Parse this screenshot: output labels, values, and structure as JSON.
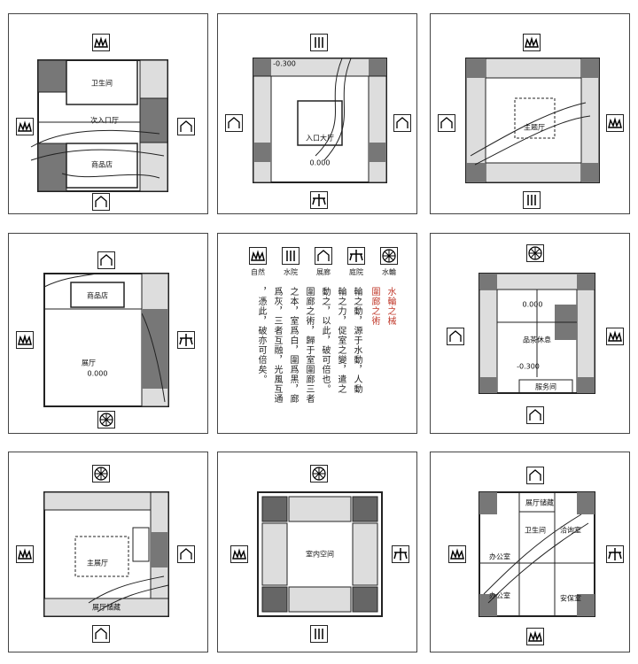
{
  "legend": {
    "items": [
      {
        "label": "自然",
        "icon": "mountain-icon"
      },
      {
        "label": "水院",
        "icon": "water-icon"
      },
      {
        "label": "展廊",
        "icon": "pavilion-icon"
      },
      {
        "label": "庭院",
        "icon": "tree-icon"
      },
      {
        "label": "水輪",
        "icon": "wheel-icon"
      }
    ],
    "text_columns": [
      "水輪之械",
      "圍廊之術",
      "輪之動，源于水動，人動",
      "輪之力，促室之變，遣之",
      "動之，以此，破可倍也。",
      "圍廊之術，歸于室圍廊三者",
      "之本，室爲白，圍爲黑，廊",
      "爲灰，三者互融，光風互通",
      "，憑此，破亦可倍矣。"
    ],
    "red_color": "#c0392b"
  },
  "rooms": {
    "p1": {
      "toilet": "卫生间",
      "entrance": "次入口厅",
      "shop": "商品店"
    },
    "p2": {
      "hall": "入口大厅",
      "level1": "-0.300",
      "level2": "0.000"
    },
    "p3": {
      "hall": "主题厅"
    },
    "p4": {
      "shop": "商品店",
      "hall": "展厅",
      "level": "0.000"
    },
    "p6": {
      "rest": "品茶休息",
      "service": "服务间",
      "level1": "0.000",
      "level2": "-0.300"
    },
    "p7": {
      "hall": "主展厅",
      "storage": "展厅储藏"
    },
    "p8": {
      "space": "室内空间"
    },
    "p9": {
      "storage": "展厅储藏",
      "toilet": "卫生间",
      "lounge": "洽询室",
      "office1": "办公室",
      "office2": "办公室",
      "security": "安保室"
    }
  }
}
